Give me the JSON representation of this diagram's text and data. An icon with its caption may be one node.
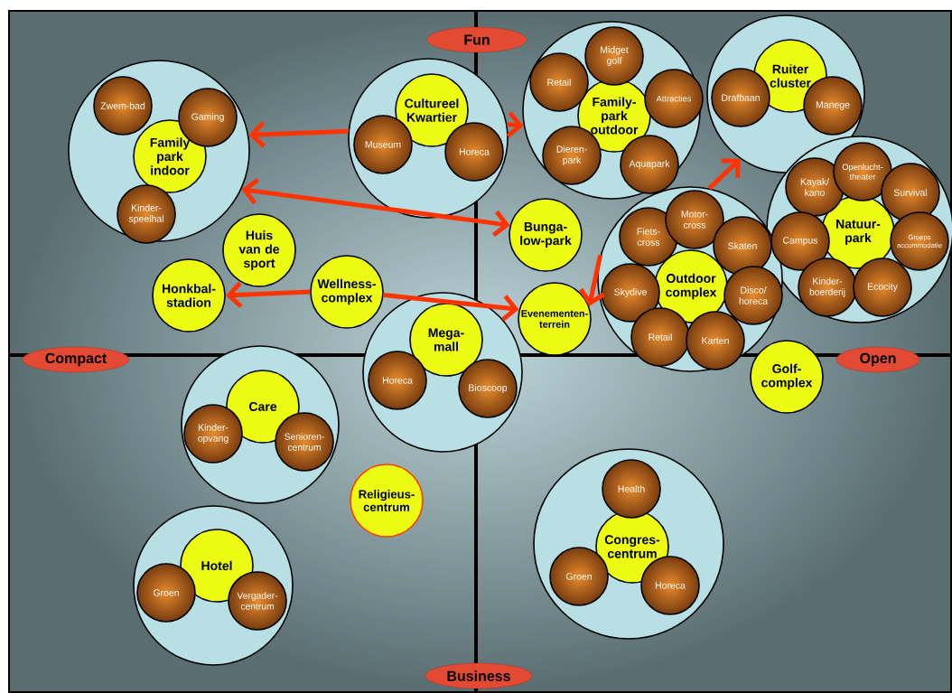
{
  "diagram": {
    "nodes": [
      {
        "text": [],
        "shape": "circle"
      },
      {
        "text": [
          "Family park indoor"
        ],
        "in": 0
      },
      {
        "text": [
          "Zwem-bad"
        ],
        "in": 0
      },
      {
        "text": [
          "Gaming"
        ],
        "in": 0
      },
      {
        "text": [
          "Kinder-speelhal"
        ],
        "in": 0
      },
      {
        "text": [],
        "shape": "circle"
      },
      {
        "text": [
          "Cultureel Kwartier"
        ],
        "in": 5
      },
      {
        "text": [
          "Museum"
        ],
        "in": 5
      },
      {
        "text": [
          "Horeca"
        ],
        "in": 5
      },
      {
        "text": [],
        "shape": "circle"
      },
      {
        "text": [
          "Family-park outdoor"
        ],
        "in": 9
      },
      {
        "text": [
          "Midget golf"
        ],
        "in": 9
      },
      {
        "text": [
          "Retail"
        ],
        "in": 9
      },
      {
        "text": [
          "Attracties"
        ],
        "in": 9
      },
      {
        "text": [
          "Dieren-park"
        ],
        "in": 9
      },
      {
        "text": [
          "Aquapark"
        ],
        "in": 9
      },
      {
        "text": [],
        "shape": "circle"
      },
      {
        "text": [
          "Ruiter cluster"
        ],
        "in": 16
      },
      {
        "text": [
          "Drafbaan"
        ],
        "in": 16
      },
      {
        "text": [
          "Manege"
        ],
        "in": 16
      },
      {
        "text": [],
        "shape": "circle"
      },
      {
        "text": [
          "Natuur-park"
        ],
        "in": 20
      },
      {
        "text": [
          "Kayak/ kano"
        ],
        "in": 20
      },
      {
        "text": [
          "Openlucht-theater"
        ],
        "in": 20
      },
      {
        "text": [
          "Survival"
        ],
        "in": 20
      },
      {
        "text": [
          "Campus"
        ],
        "in": 20
      },
      {
        "text": [
          "Groeps accommodatie"
        ],
        "in": 20
      },
      {
        "text": [
          "Kinder-boerderij"
        ],
        "in": 20
      },
      {
        "text": [
          "Ecocity"
        ],
        "in": 20
      },
      {
        "text": [],
        "shape": "circle"
      },
      {
        "text": [
          "Outdoor complex"
        ],
        "in": 29
      },
      {
        "text": [
          "Fiets-cross"
        ],
        "in": 29
      },
      {
        "text": [
          "Motor-cross"
        ],
        "in": 29
      },
      {
        "text": [
          "Skaten"
        ],
        "in": 29
      },
      {
        "text": [
          "Skydive"
        ],
        "in": 29
      },
      {
        "text": [
          "Disco/ horeca"
        ],
        "in": 29
      },
      {
        "text": [
          "Retail"
        ],
        "in": 29
      },
      {
        "text": [
          "Karten"
        ],
        "in": 29
      },
      {
        "text": [
          "Bunga-low-park"
        ]
      },
      {
        "text": [
          "Huis van de sport"
        ]
      },
      {
        "text": [
          "Honkbal-stadion"
        ]
      },
      {
        "text": [
          "Wellness-complex"
        ]
      },
      {
        "text": [
          "Evenementen-terrein"
        ]
      },
      {
        "text": [],
        "shape": "circle"
      },
      {
        "text": [
          "Mega-mall"
        ],
        "in": 43
      },
      {
        "text": [
          "Horeca"
        ],
        "in": 43
      },
      {
        "text": [
          "Bioscoop"
        ],
        "in": 43
      },
      {
        "text": [
          "Golf-complex"
        ]
      },
      {
        "text": [],
        "shape": "circle"
      },
      {
        "text": [
          "Care"
        ],
        "in": 48
      },
      {
        "text": [
          "Kinder-opvang"
        ],
        "in": 48
      },
      {
        "text": [
          "Senioren-centrum"
        ],
        "in": 48
      },
      {
        "text": [
          "Religieus-centrum"
        ]
      },
      {
        "text": [],
        "shape": "circle"
      },
      {
        "text": [
          "Hotel"
        ],
        "in": 53
      },
      {
        "text": [
          "Groen"
        ],
        "in": 53
      },
      {
        "text": [
          "Vergader-centrum"
        ],
        "in": 53
      },
      {
        "text": [],
        "shape": "circle"
      },
      {
        "text": [
          "Congres-centrum"
        ],
        "in": 57
      },
      {
        "text": [
          "Health"
        ],
        "in": 57
      },
      {
        "text": [
          "Groen"
        ],
        "in": 57
      },
      {
        "text": [
          "Horeca"
        ],
        "in": 57
      }
    ],
    "edges": [
      {
        "from": 5,
        "to": 0,
        "arrow": "to"
      },
      {
        "from": 5,
        "to": 9,
        "arrow": "to"
      },
      {
        "from": 0,
        "to": 38,
        "arrow": "both"
      },
      {
        "from": 41,
        "to": 40,
        "arrow": "to"
      },
      {
        "from": 41,
        "to": 42,
        "arrow": "to"
      },
      {
        "from": 29,
        "to": 16,
        "arrow": "to"
      },
      {
        "from": 29,
        "to": 42,
        "arrow": "to"
      }
    ],
    "labels": [
      "Fun",
      "Compact",
      "Open",
      "Business"
    ]
  }
}
